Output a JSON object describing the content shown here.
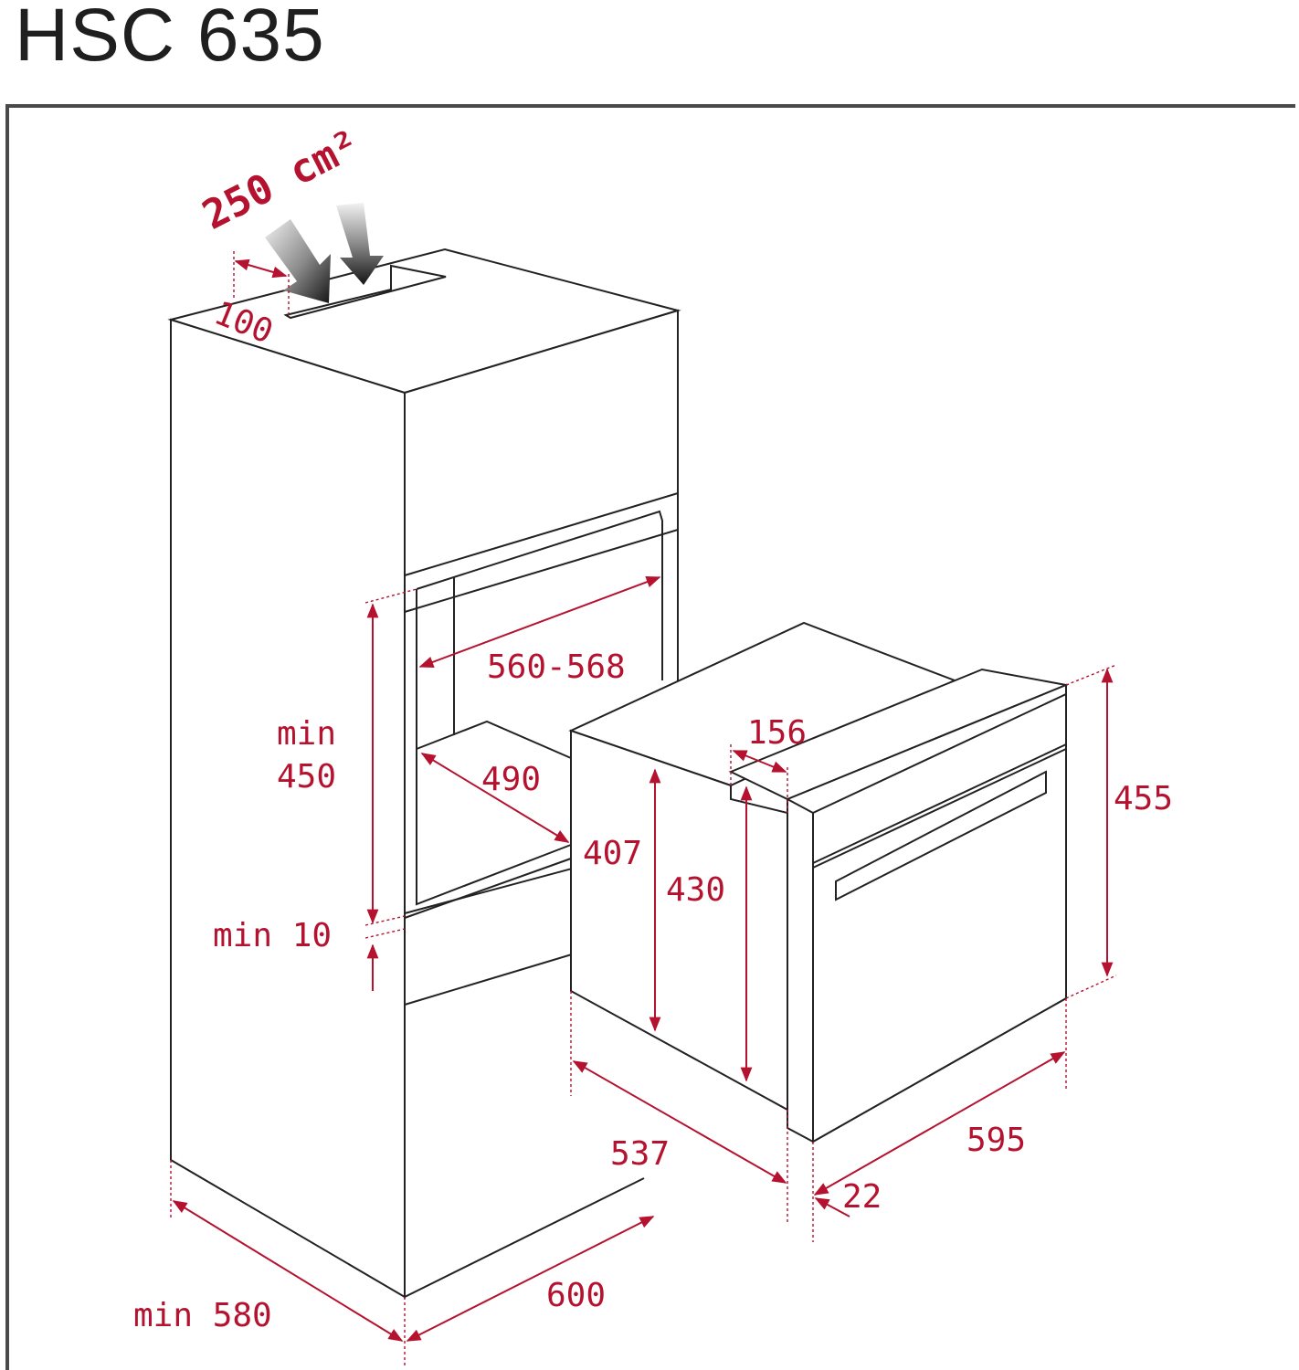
{
  "title": "HSC 635",
  "colors": {
    "dimension": "#b5122f",
    "outline": "#222222",
    "frame": "#4a4a4a"
  },
  "dimensions": {
    "vent_area": "250 cm²",
    "vent_width": "100",
    "niche_width": "560-568",
    "niche_height_label": "min",
    "niche_height_value": "450",
    "niche_depth": "490",
    "gap_bottom": "min 10",
    "cabinet_depth": "min 580",
    "cabinet_width": "600",
    "oven_body_height": "407",
    "oven_height_inner": "430",
    "oven_total_height": "455",
    "control_depth": "156",
    "oven_depth": "537",
    "oven_width": "595",
    "front_thickness": "22"
  }
}
